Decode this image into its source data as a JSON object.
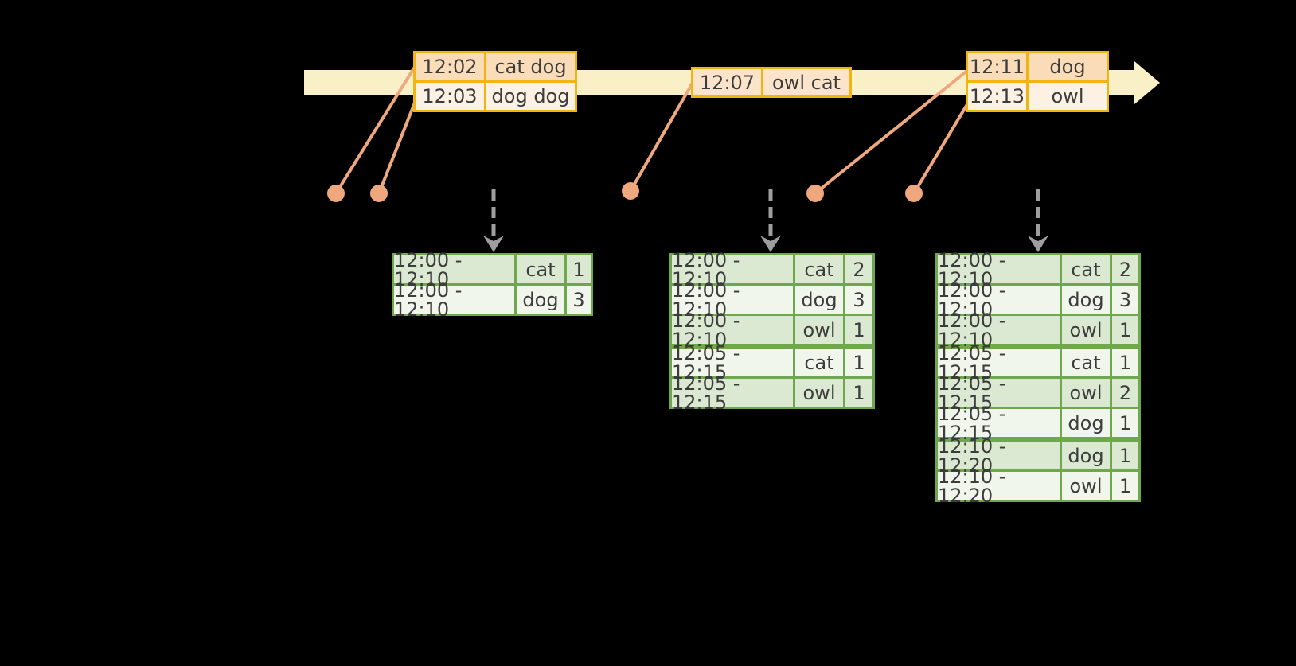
{
  "colors": {
    "background": "#000000",
    "band": "#FAF0C8",
    "event_border": "#F1B512",
    "event_row_dark": "#FADCB9",
    "event_row_mid": "#FBE4C9",
    "event_row_light": "#FCF1E2",
    "connector": "#EFA77D",
    "dashed_arrow": "#9E9E9E",
    "result_border": "#6FA84C",
    "result_row_green": "#DCE9D2",
    "result_row_light": "#F1F6EC",
    "text": "#3C3C3C"
  },
  "timeline": {
    "tables": [
      {
        "rows": [
          {
            "time": "12:02",
            "words": "cat dog"
          },
          {
            "time": "12:03",
            "words": "dog dog"
          }
        ]
      },
      {
        "rows": [
          {
            "time": "12:07",
            "words": "owl cat"
          }
        ]
      },
      {
        "rows": [
          {
            "time": "12:11",
            "words": "dog"
          },
          {
            "time": "12:13",
            "words": "owl"
          }
        ]
      }
    ]
  },
  "results": {
    "tables": [
      {
        "rows": [
          {
            "window": "12:00 - 12:10",
            "word": "cat",
            "count": "1"
          },
          {
            "window": "12:00 - 12:10",
            "word": "dog",
            "count": "3"
          }
        ]
      },
      {
        "rows": [
          {
            "window": "12:00 - 12:10",
            "word": "cat",
            "count": "2"
          },
          {
            "window": "12:00 - 12:10",
            "word": "dog",
            "count": "3"
          },
          {
            "window": "12:00 - 12:10",
            "word": "owl",
            "count": "1"
          },
          {
            "window": "12:05 - 12:15",
            "word": "cat",
            "count": "1"
          },
          {
            "window": "12:05 - 12:15",
            "word": "owl",
            "count": "1"
          }
        ]
      },
      {
        "rows": [
          {
            "window": "12:00 - 12:10",
            "word": "cat",
            "count": "2"
          },
          {
            "window": "12:00 - 12:10",
            "word": "dog",
            "count": "3"
          },
          {
            "window": "12:00 - 12:10",
            "word": "owl",
            "count": "1"
          },
          {
            "window": "12:05 - 12:15",
            "word": "cat",
            "count": "1"
          },
          {
            "window": "12:05 - 12:15",
            "word": "owl",
            "count": "2"
          },
          {
            "window": "12:05 - 12:15",
            "word": "dog",
            "count": "1"
          },
          {
            "window": "12:10 - 12:20",
            "word": "dog",
            "count": "1"
          },
          {
            "window": "12:10 - 12:20",
            "word": "owl",
            "count": "1"
          }
        ]
      }
    ]
  }
}
